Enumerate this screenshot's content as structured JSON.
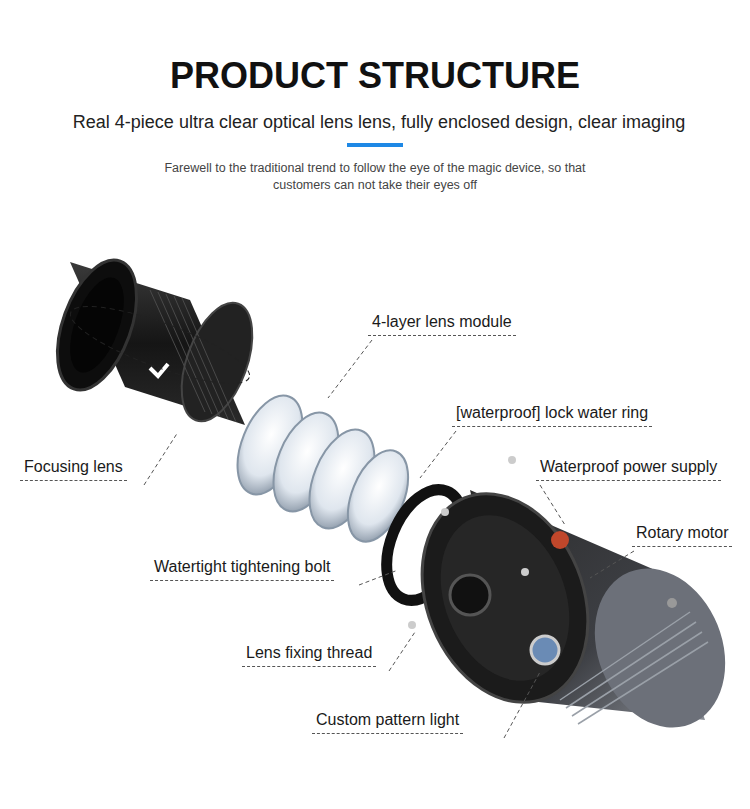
{
  "diagram": {
    "title": "PRODUCT STRUCTURE",
    "labels": [
      "Real 4-piece ultra clear optical lens lens, fully enclosed design, clear imaging",
      "Farewell to the traditional trend to follow the eye of the magic device, so that customers can not take their eyes off",
      "4-layer lens module",
      "[waterproof] lock water ring",
      "Waterproof power supply",
      "Focusing lens",
      "Rotary motor",
      "Watertight tightening bolt",
      "Lens fixing thread",
      "Custom pattern light"
    ]
  }
}
